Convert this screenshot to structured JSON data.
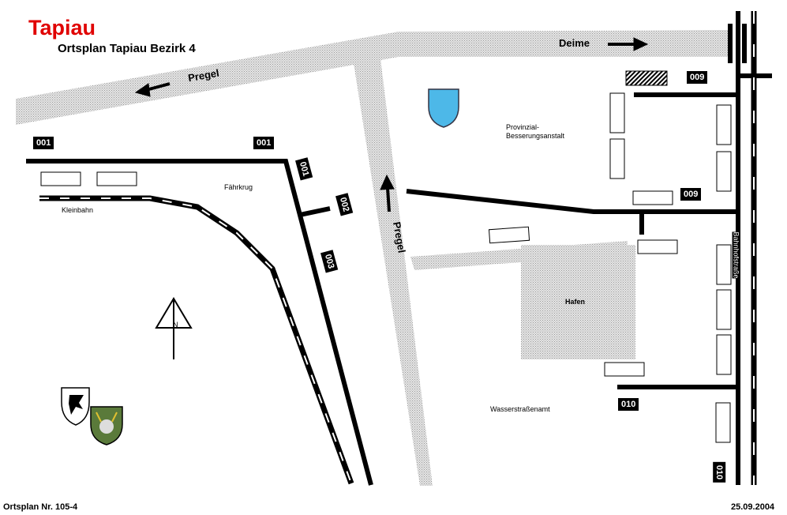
{
  "header": {
    "title": "Tapiau",
    "subtitle": "Ortsplan  Tapiau Bezirk 4"
  },
  "footer": {
    "plan_number": "Ortsplan Nr. 105-4",
    "date": "25.09.2004"
  },
  "labels": {
    "pregel_top": "Pregel",
    "pregel_vertical": "Pregel",
    "deime": "Deime",
    "kleinbahn": "Kleinbahn",
    "faehrkrug": "Fährkrug",
    "provinzial": "Provinzial-",
    "besserung": "Besserungsanstalt",
    "hafen": "Hafen",
    "wasser": "Wasserstraßenamt",
    "bahnhof": "Bahnhofstraße",
    "north": "N"
  },
  "badges": [
    "001",
    "001",
    "001",
    "002",
    "003",
    "009",
    "009",
    "010",
    "010"
  ],
  "colors": {
    "title": "#e00000",
    "water": "#c8c8c8",
    "road": "#000000"
  }
}
